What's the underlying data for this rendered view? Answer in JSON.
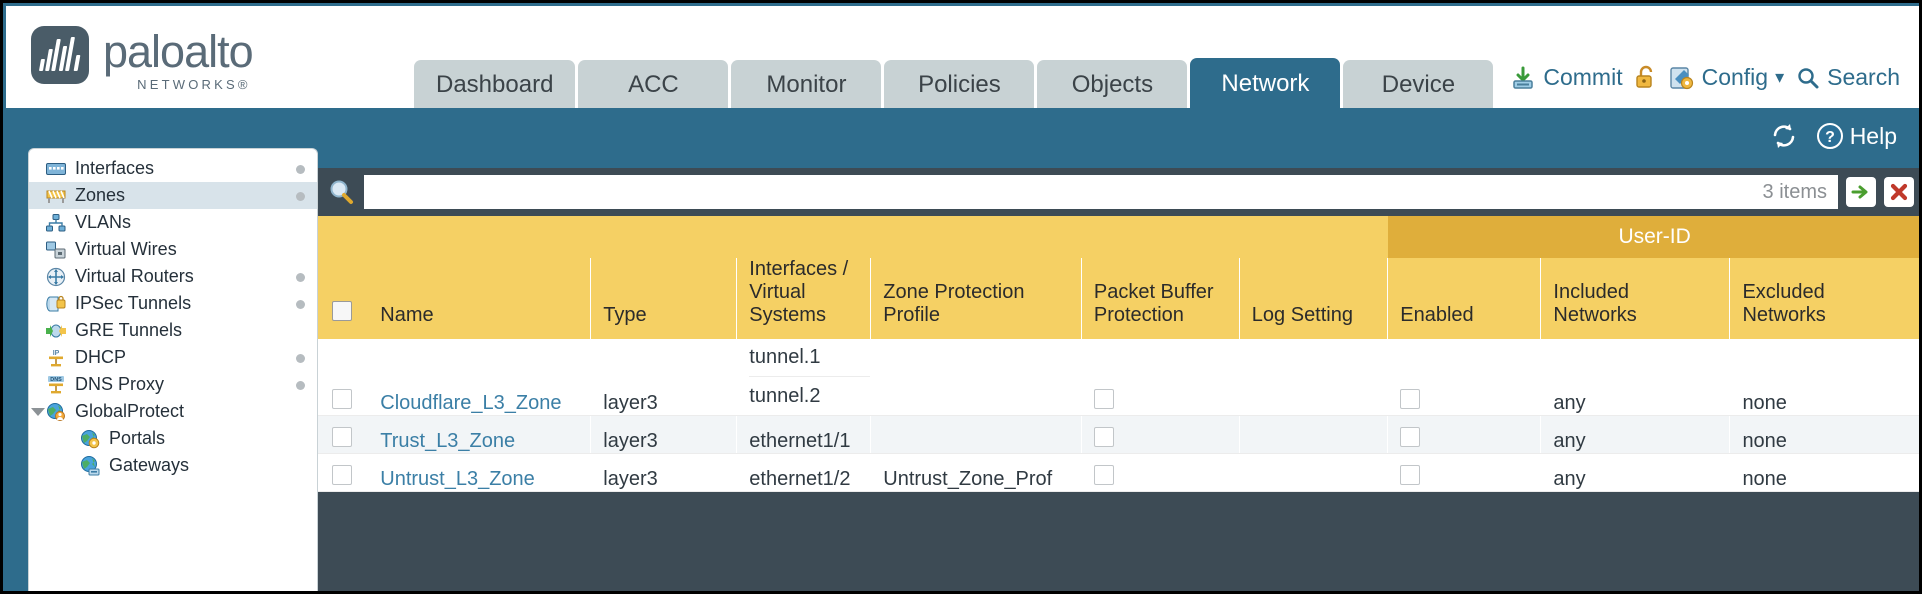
{
  "brand": {
    "name": "paloalto",
    "tagline": "NETWORKS",
    "registered": "®"
  },
  "tabs": [
    {
      "label": "Dashboard",
      "active": false
    },
    {
      "label": "ACC",
      "active": false
    },
    {
      "label": "Monitor",
      "active": false
    },
    {
      "label": "Policies",
      "active": false
    },
    {
      "label": "Objects",
      "active": false
    },
    {
      "label": "Network",
      "active": true
    },
    {
      "label": "Device",
      "active": false
    }
  ],
  "top_actions": {
    "commit": "Commit",
    "commit_icon": "commit-download-icon",
    "lock_icon": "unlocked-padlock-icon",
    "config": "Config",
    "config_icon": "config-wrench-icon",
    "config_caret": "▾",
    "search": "Search",
    "search_icon": "magnifier-icon"
  },
  "utility_bar": {
    "refresh_icon": "refresh-icon",
    "help_icon": "help-circle-icon",
    "help_label": "Help"
  },
  "sidebar": {
    "items": [
      {
        "label": "Interfaces",
        "icon": "interfaces-icon",
        "dot": true,
        "selected": false,
        "child": false
      },
      {
        "label": "Zones",
        "icon": "zones-icon",
        "dot": true,
        "selected": true,
        "child": false
      },
      {
        "label": "VLANs",
        "icon": "vlans-icon",
        "dot": false,
        "selected": false,
        "child": false
      },
      {
        "label": "Virtual Wires",
        "icon": "virtual-wires-icon",
        "dot": false,
        "selected": false,
        "child": false
      },
      {
        "label": "Virtual Routers",
        "icon": "virtual-routers-icon",
        "dot": true,
        "selected": false,
        "child": false
      },
      {
        "label": "IPSec Tunnels",
        "icon": "ipsec-tunnels-icon",
        "dot": true,
        "selected": false,
        "child": false
      },
      {
        "label": "GRE Tunnels",
        "icon": "gre-tunnels-icon",
        "dot": false,
        "selected": false,
        "child": false
      },
      {
        "label": "DHCP",
        "icon": "dhcp-icon",
        "dot": true,
        "selected": false,
        "child": false
      },
      {
        "label": "DNS Proxy",
        "icon": "dns-proxy-icon",
        "dot": true,
        "selected": false,
        "child": false
      },
      {
        "label": "GlobalProtect",
        "icon": "globalprotect-icon",
        "dot": false,
        "selected": false,
        "child": false,
        "expanded": true,
        "caret": "▼"
      },
      {
        "label": "Portals",
        "icon": "portals-icon",
        "dot": false,
        "selected": false,
        "child": true
      },
      {
        "label": "Gateways",
        "icon": "gateways-icon",
        "dot": false,
        "selected": false,
        "child": true
      }
    ]
  },
  "search": {
    "value": "",
    "placeholder": "",
    "item_count": "3 items",
    "apply_icon": "green-arrow-apply-icon",
    "clear_icon": "red-x-clear-icon"
  },
  "table": {
    "group_header": {
      "label": "User-ID",
      "span": 3
    },
    "columns": [
      "Name",
      "Type",
      "Interfaces / Virtual Systems",
      "Zone Protection Profile",
      "Packet Buffer Protection",
      "Log Setting",
      "Enabled",
      "Included Networks",
      "Excluded Networks"
    ],
    "rows": [
      {
        "name": "Cloudflare_L3_Zone",
        "type": "layer3",
        "interfaces": [
          "tunnel.1",
          "tunnel.2"
        ],
        "zone_protection_profile": "",
        "packet_buffer_protection": false,
        "log_setting": "",
        "userid_enabled": false,
        "included_networks": "any",
        "excluded_networks": "none"
      },
      {
        "name": "Trust_L3_Zone",
        "type": "layer3",
        "interfaces": [
          "ethernet1/1"
        ],
        "zone_protection_profile": "",
        "packet_buffer_protection": false,
        "log_setting": "",
        "userid_enabled": false,
        "included_networks": "any",
        "excluded_networks": "none"
      },
      {
        "name": "Untrust_L3_Zone",
        "type": "layer3",
        "interfaces": [
          "ethernet1/2"
        ],
        "zone_protection_profile": "Untrust_Zone_Prof",
        "packet_buffer_protection": false,
        "log_setting": "",
        "userid_enabled": false,
        "included_networks": "any",
        "excluded_networks": "none"
      }
    ]
  },
  "colors": {
    "brand_blue": "#2e6c8c",
    "header_amber": "#f5d064",
    "group_amber": "#dfae3b",
    "link_blue": "#3b7fa6",
    "panel_dark": "#3d4b55"
  }
}
